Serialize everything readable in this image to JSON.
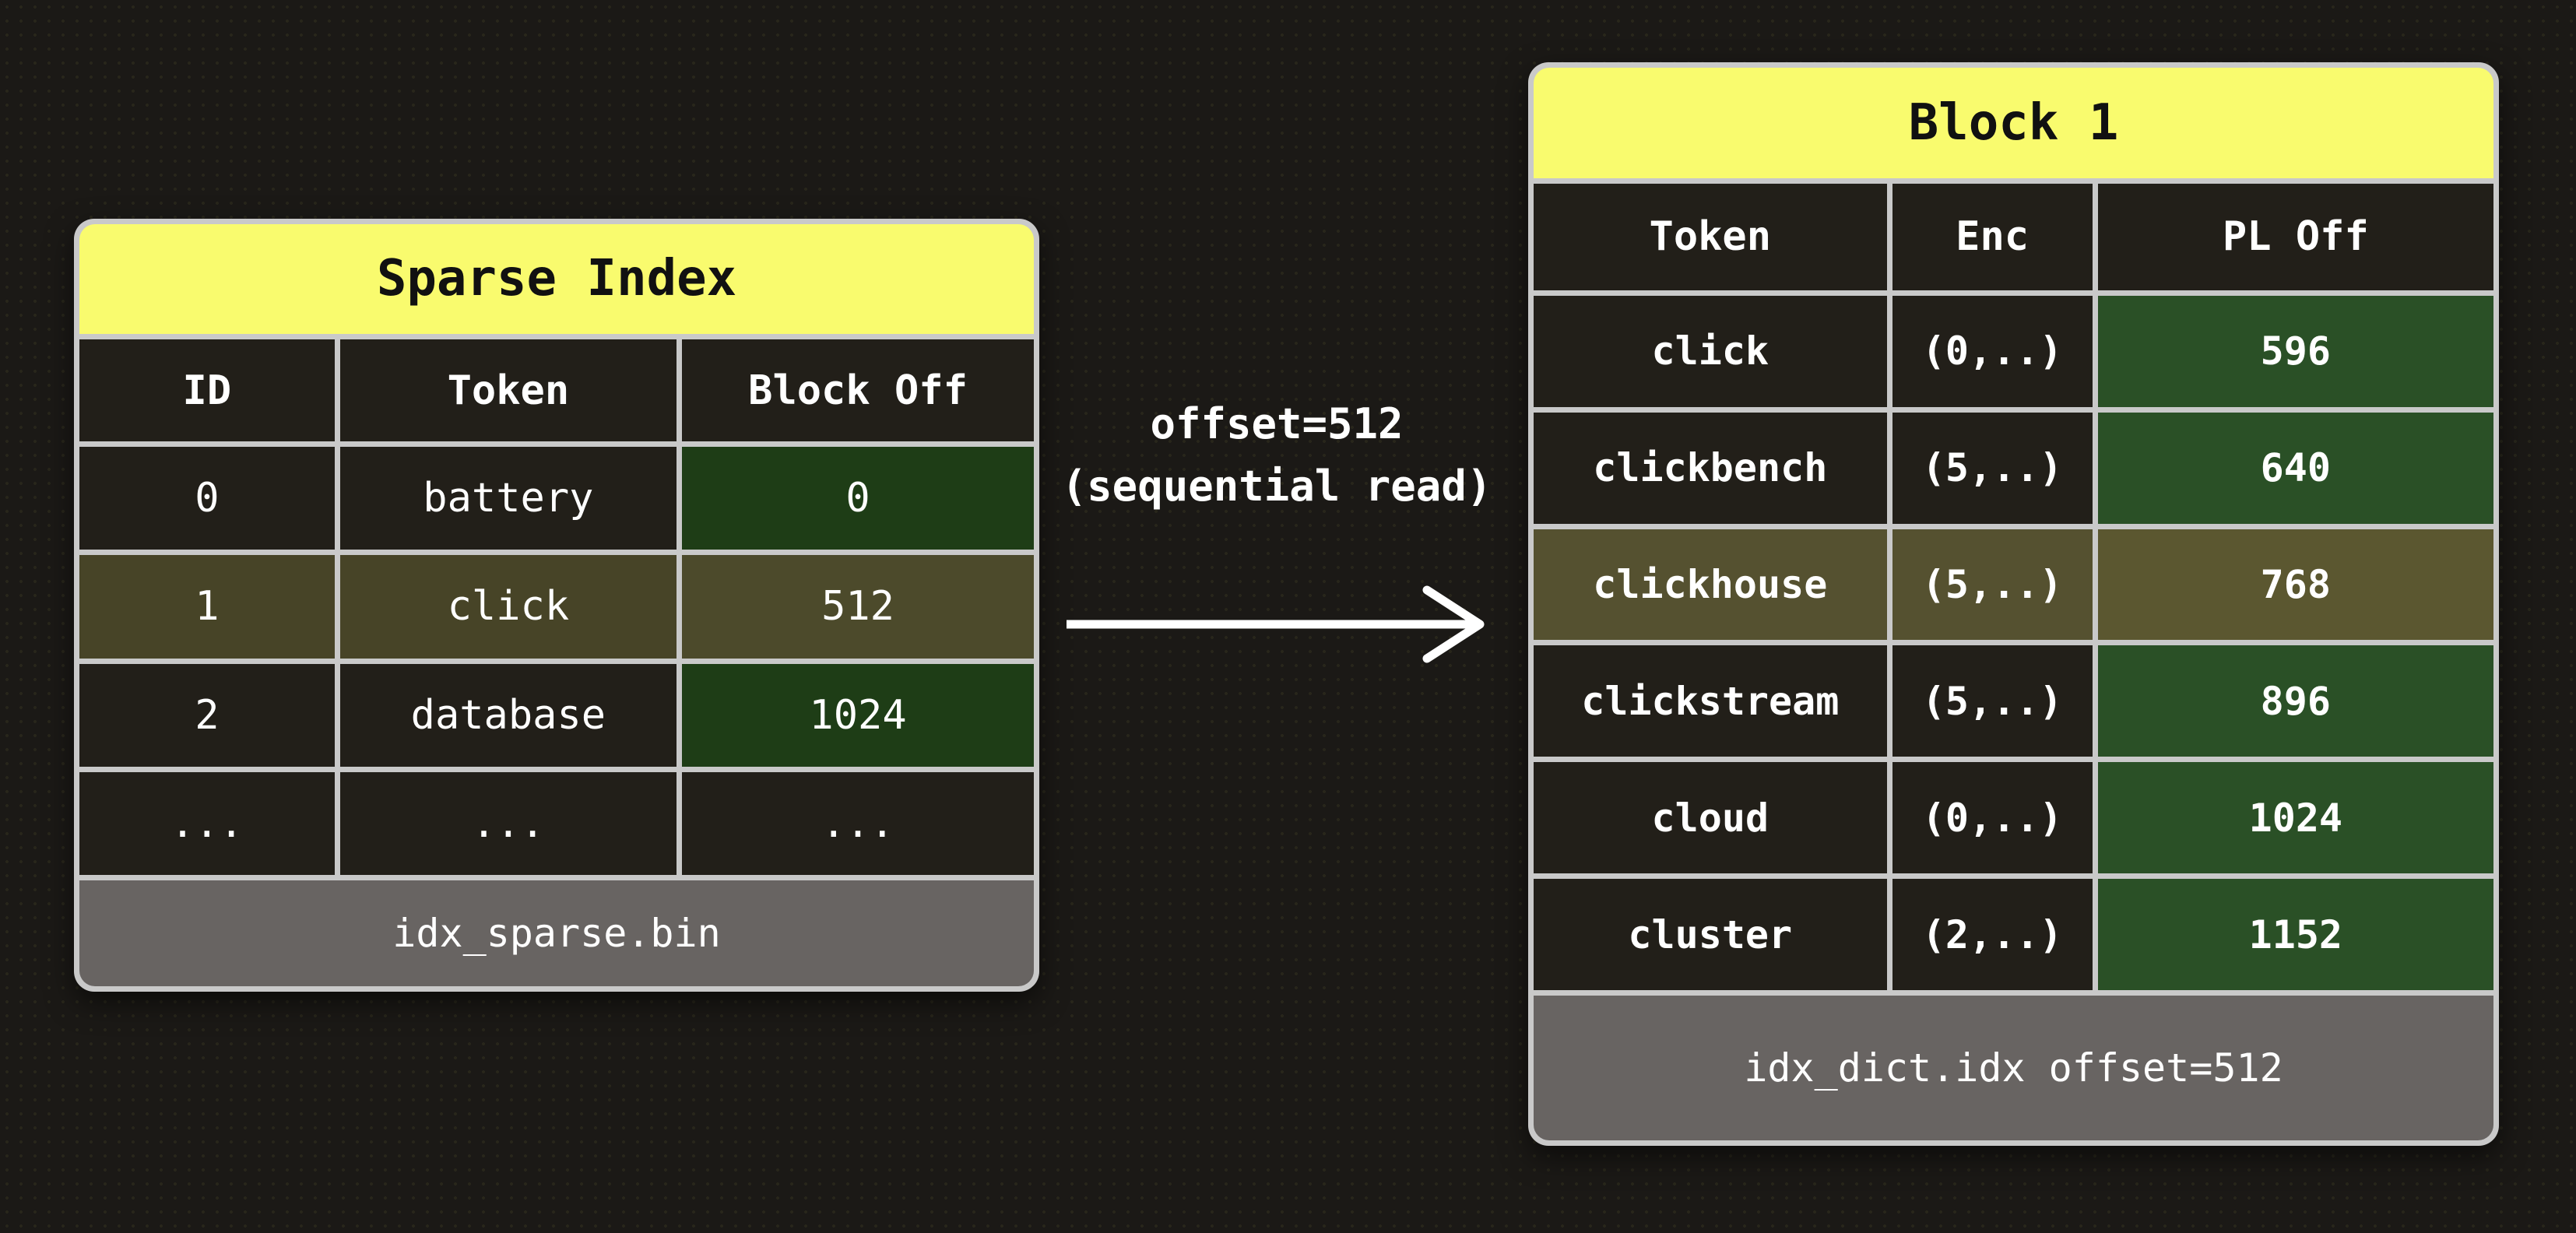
{
  "colors": {
    "background": "#1b1916",
    "card_border": "#c9c9c9",
    "header_yellow": "#f9fb6e",
    "cell_dark": "#221f19",
    "green_left": "#1e3d16",
    "green_right": "#2a5026",
    "olive_left": "#474427",
    "olive_left_accent": "#4c4a2b",
    "olive_right": "#555130",
    "olive_right_accent": "#5b5730",
    "footer_gray": "#686462",
    "text_light": "#ffffff",
    "text_dark": "#111111"
  },
  "left_table": {
    "title": "Sparse Index",
    "columns": [
      "ID",
      "Token",
      "Block Off"
    ],
    "rows": [
      {
        "cells": [
          "0",
          "battery",
          "0"
        ]
      },
      {
        "cells": [
          "1",
          "click",
          "512"
        ]
      },
      {
        "cells": [
          "2",
          "database",
          "1024"
        ]
      },
      {
        "cells": [
          "...",
          "...",
          "..."
        ]
      }
    ],
    "footer": "idx_sparse.bin"
  },
  "arrow": {
    "label_line1": "offset=512",
    "label_line2": "(sequential read)",
    "icon": "arrow-right-icon"
  },
  "right_table": {
    "title": "Block 1",
    "columns": [
      "Token",
      "Enc",
      "PL Off"
    ],
    "rows": [
      {
        "cells": [
          "click",
          "(0,..)",
          "596"
        ]
      },
      {
        "cells": [
          "clickbench",
          "(5,..)",
          "640"
        ]
      },
      {
        "cells": [
          "clickhouse",
          "(5,..)",
          "768"
        ]
      },
      {
        "cells": [
          "clickstream",
          "(5,..)",
          "896"
        ]
      },
      {
        "cells": [
          "cloud",
          "(0,..)",
          "1024"
        ]
      },
      {
        "cells": [
          "cluster",
          "(2,..)",
          "1152"
        ]
      }
    ],
    "footer": "idx_dict.idx offset=512"
  }
}
